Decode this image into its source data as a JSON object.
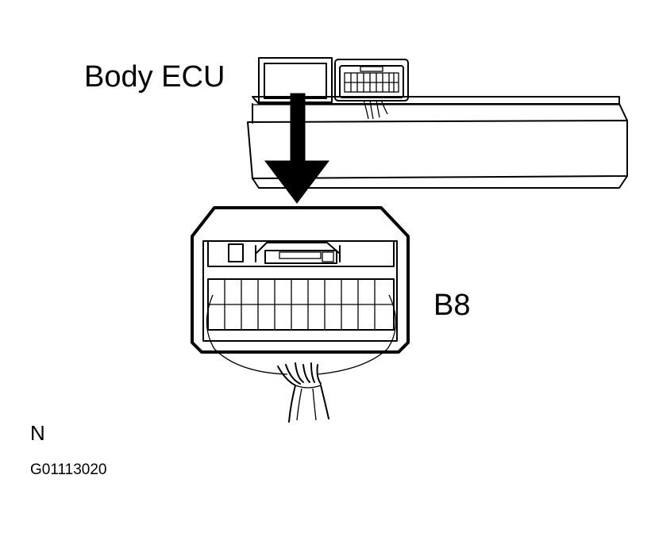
{
  "labels": {
    "component": "Body ECU",
    "connector": "B8",
    "orientation_mark": "N",
    "figure_code": "G01113020"
  }
}
